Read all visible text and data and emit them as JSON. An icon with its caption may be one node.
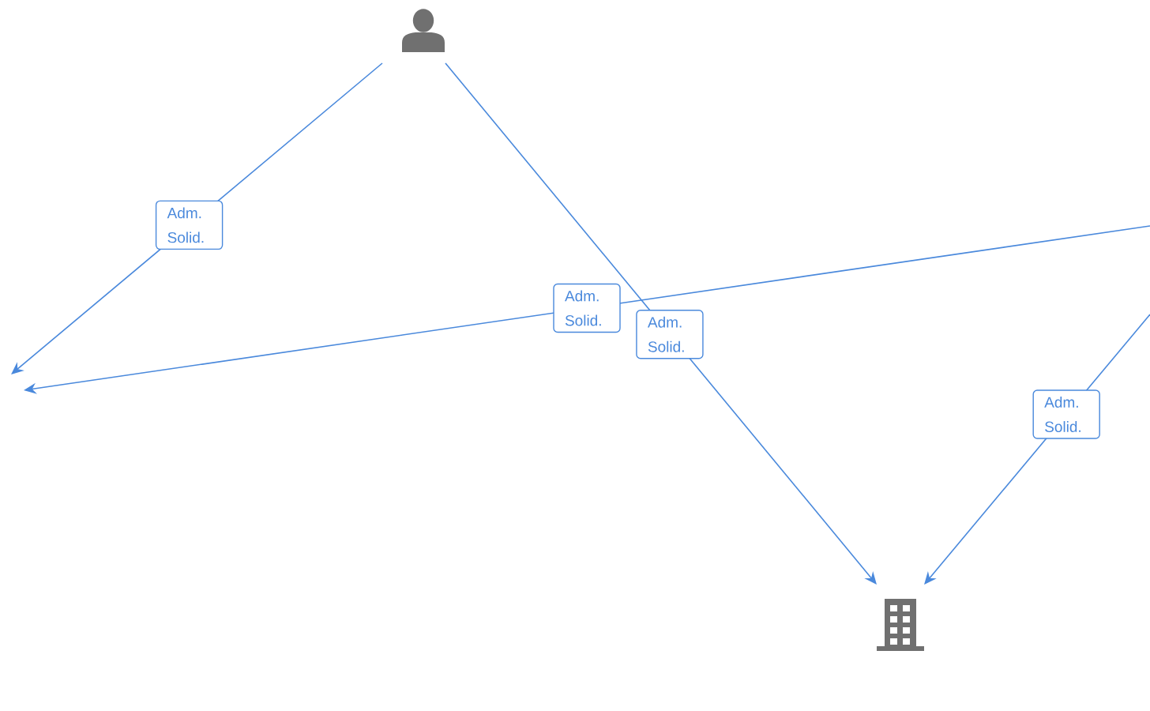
{
  "diagram": {
    "nodes": [
      {
        "text": [],
        "shape": "person"
      },
      {
        "text": [],
        "shape": "building"
      }
    ],
    "edges": [
      {
        "from": 0,
        "to": null,
        "arrow": "to",
        "label": "Adm. Solid."
      },
      {
        "from": 0,
        "to": 1,
        "arrow": "to",
        "label": "Adm. Solid."
      },
      {
        "from": null,
        "to": 1,
        "arrow": "to",
        "label": "Adm. Solid."
      }
    ],
    "labels": [
      "Adm. Solid."
    ]
  }
}
